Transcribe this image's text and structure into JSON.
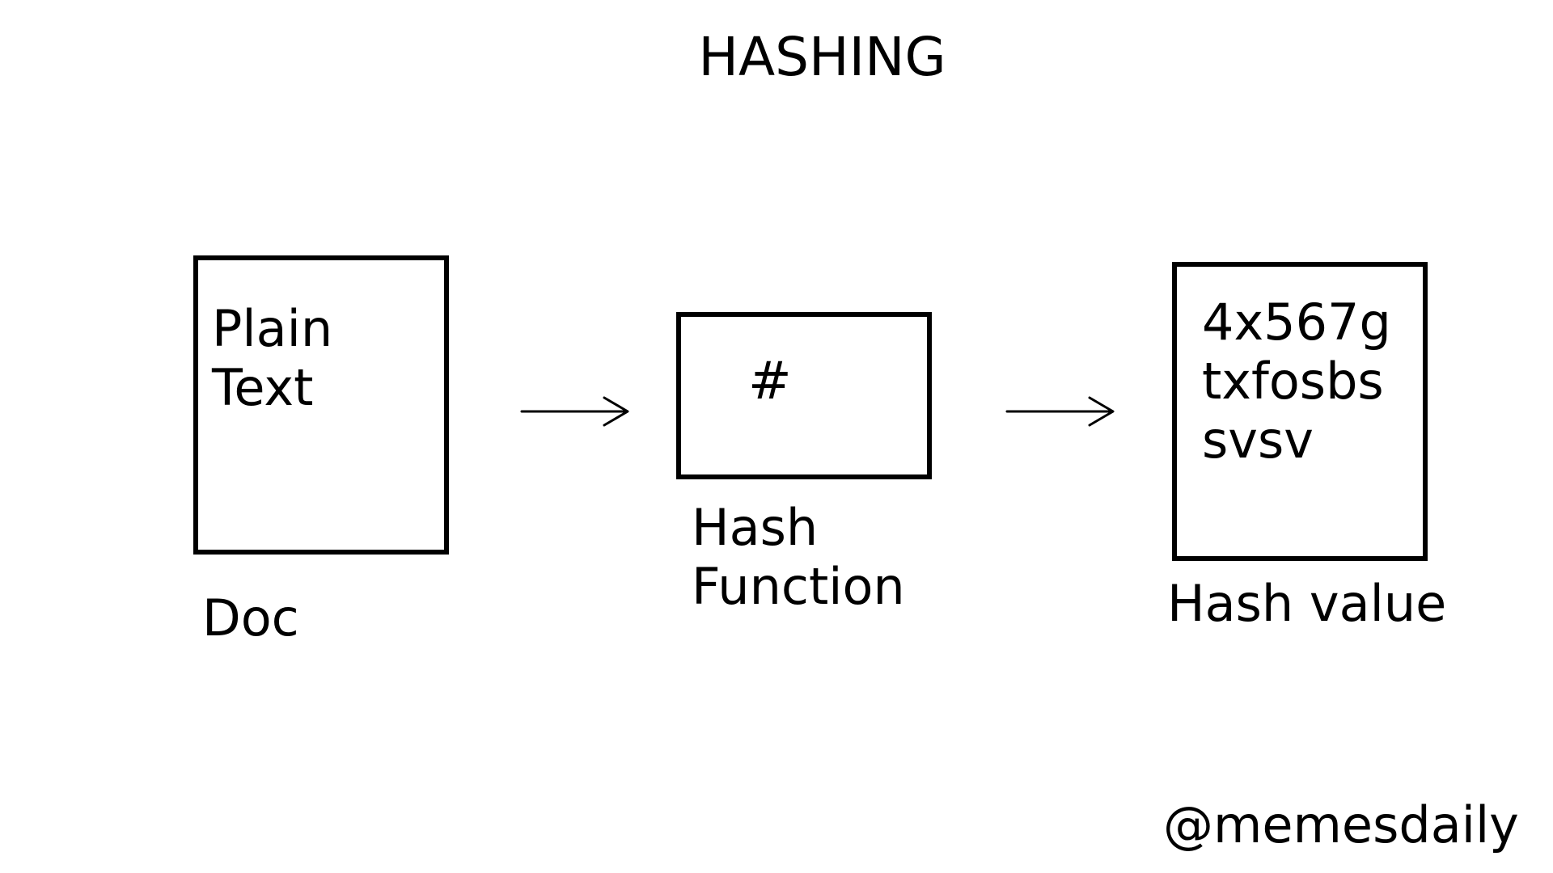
{
  "title": "HASHING",
  "nodes": {
    "doc": {
      "content_lines": [
        "Plain",
        "Text"
      ],
      "label_lines": [
        "Doc"
      ]
    },
    "hash_function": {
      "content_lines": [
        "#"
      ],
      "label_lines": [
        "Hash",
        "Function"
      ]
    },
    "hash_value": {
      "content_lines": [
        "4x567g",
        "txfosbs",
        "svsv"
      ],
      "label_lines": [
        "Hash value"
      ]
    }
  },
  "watermark": "@memesdaily",
  "colors": {
    "stroke": "#000000",
    "background": "#ffffff"
  }
}
